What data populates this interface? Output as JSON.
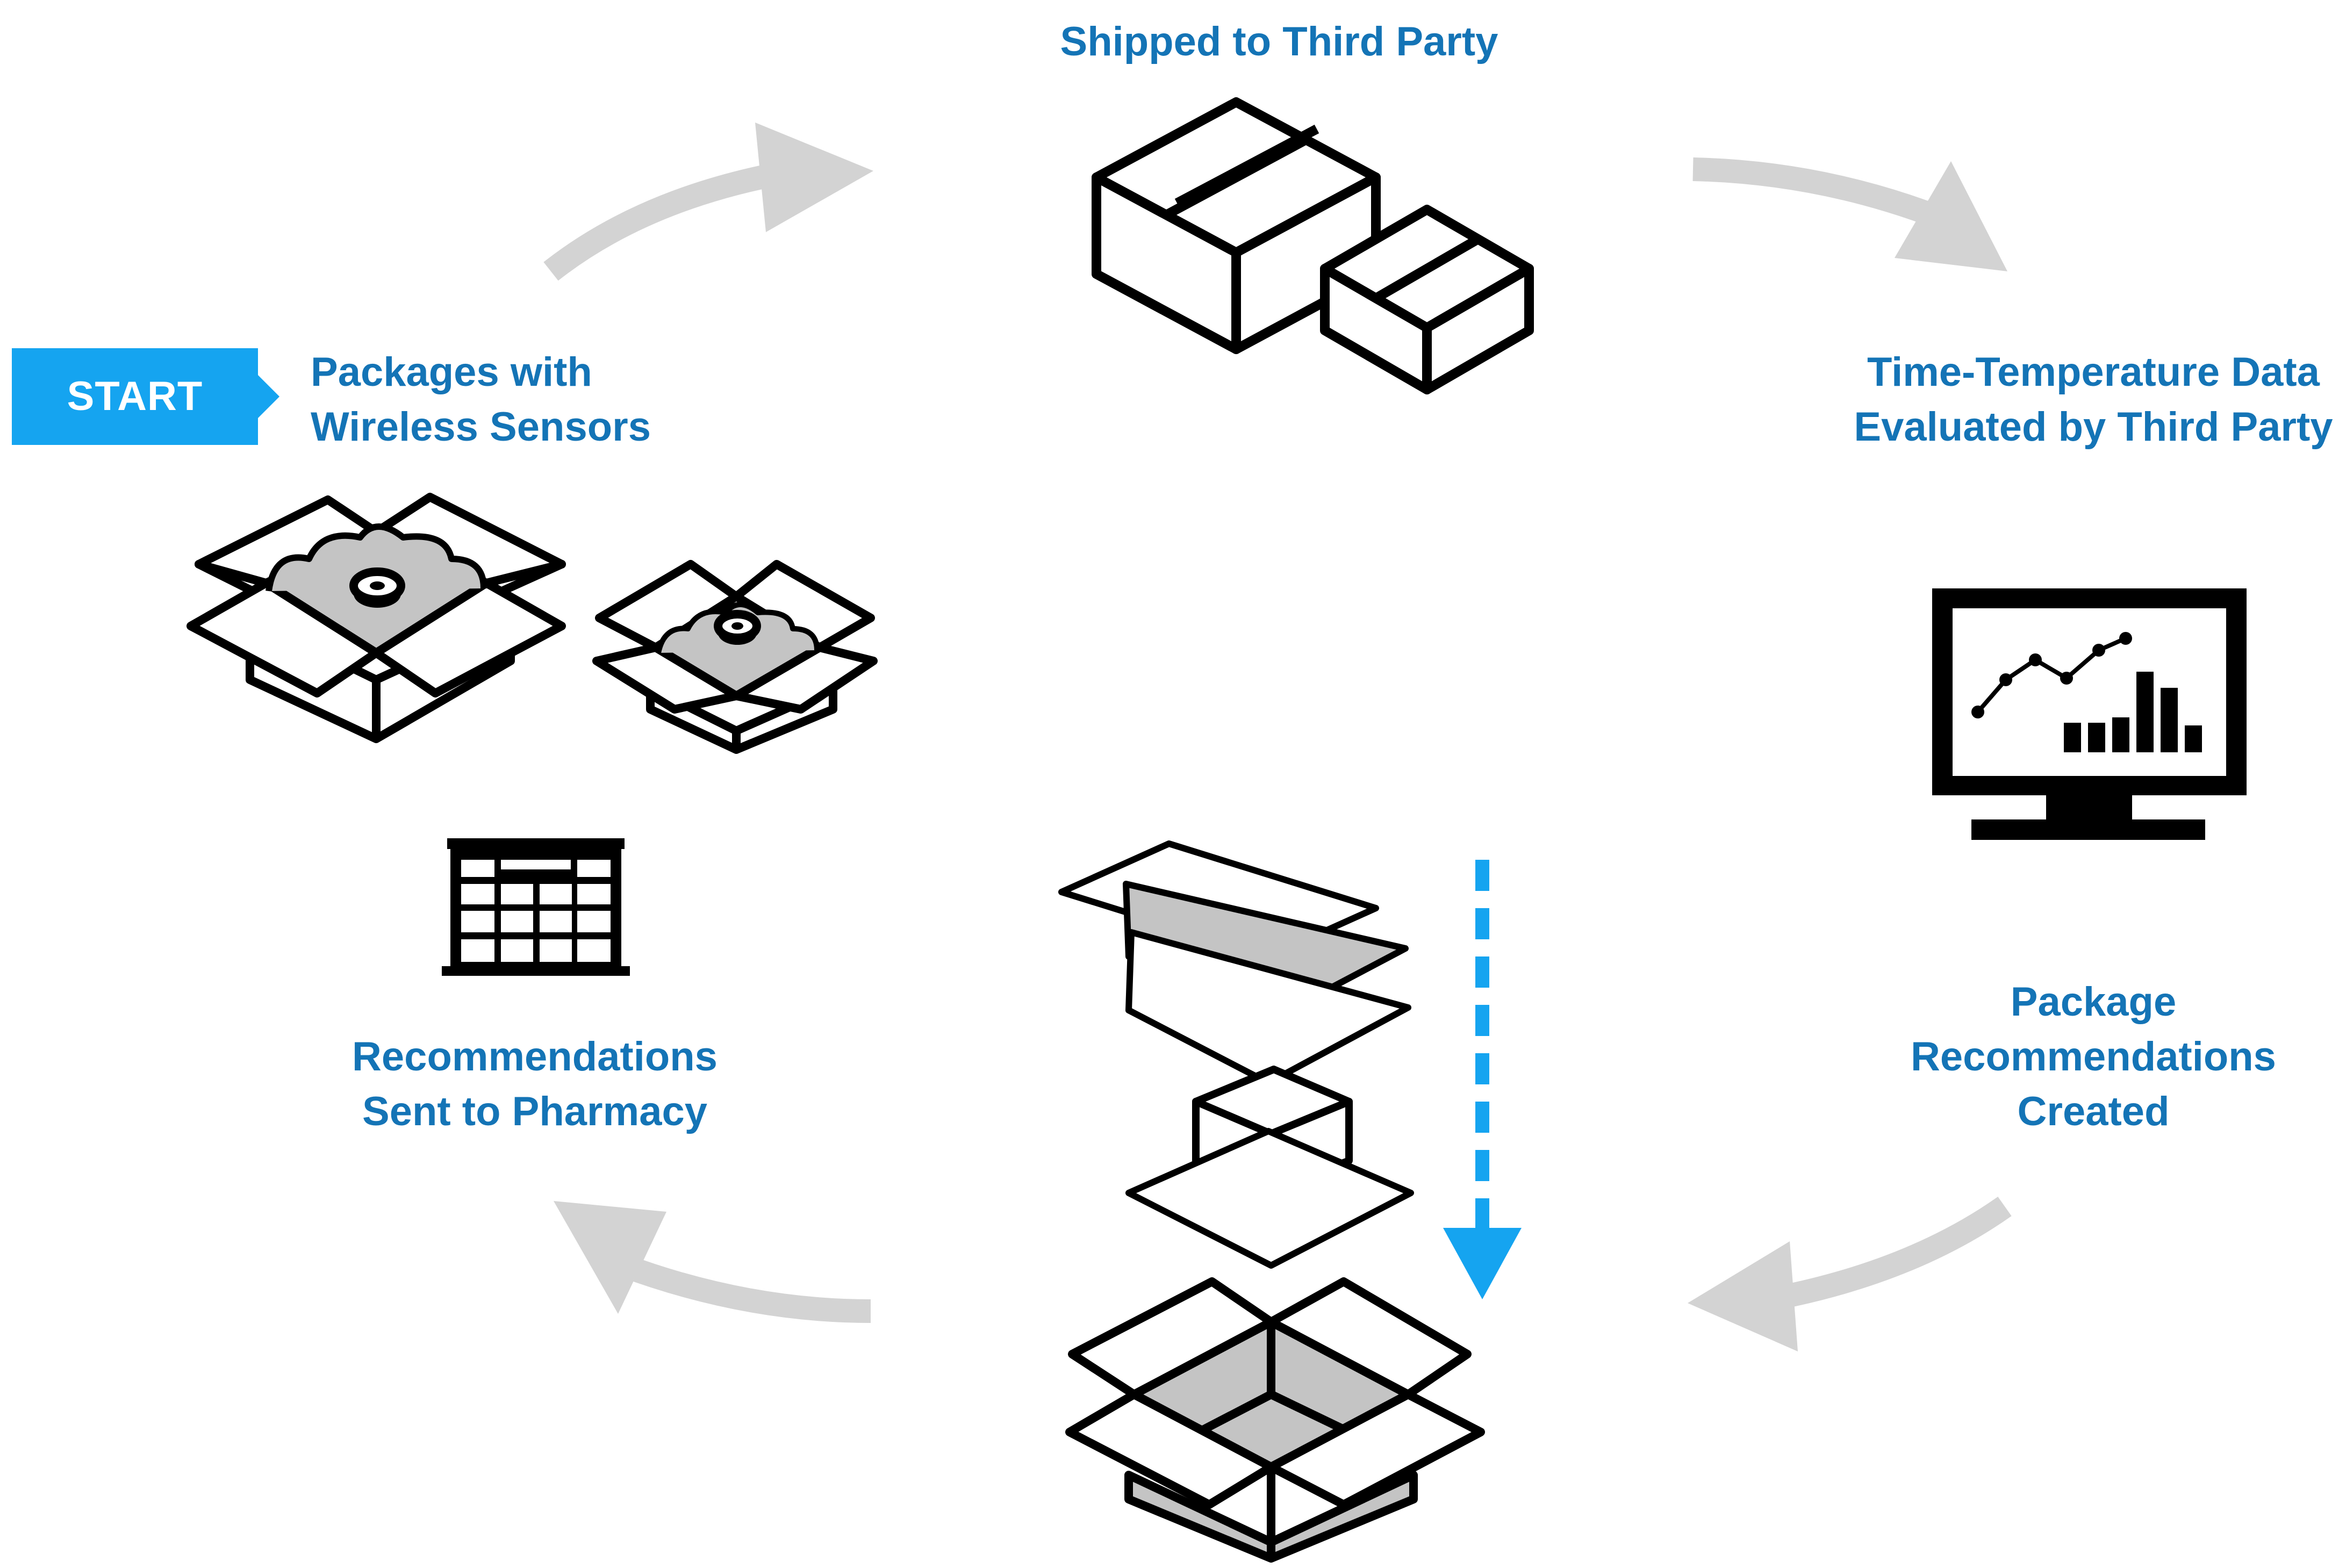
{
  "start_label": "START",
  "labels": {
    "packages": [
      "Packages with",
      "Wireless Sensors"
    ],
    "shipped": [
      "Shipped to Third Party"
    ],
    "evaluated": [
      "Time-Temperature Data",
      "Evaluated by Third Party"
    ],
    "created": [
      "Package",
      "Recommendations",
      "Created"
    ],
    "sent": [
      "Recommendations",
      "Sent to Pharmacy"
    ]
  },
  "colors": {
    "label_blue": "#1474b6",
    "start_blue": "#15a4f0",
    "arrow_gray": "#d3d3d3",
    "fill_gray": "#c4c4c4",
    "dashed_arrow_blue": "#15a4f0"
  },
  "icons": [
    "open-box-sensor-icon",
    "closed-box-icon",
    "monitor-chart-icon",
    "layered-packaging-icon",
    "pharmacy-building-icon"
  ]
}
